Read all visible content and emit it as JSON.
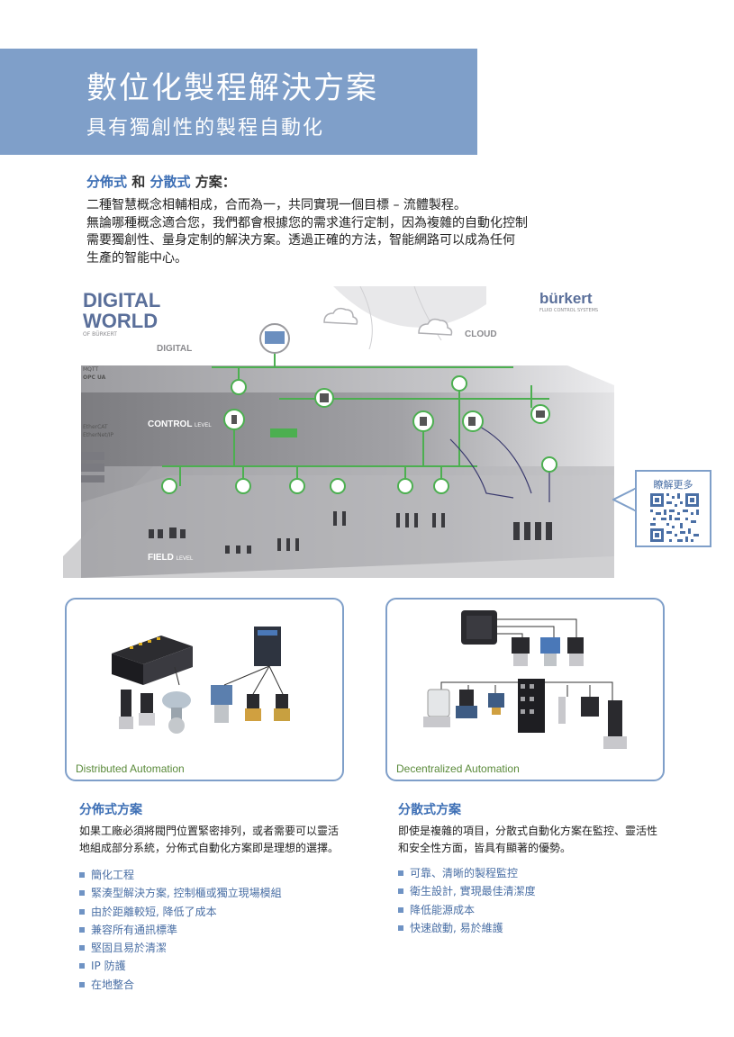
{
  "header": {
    "title": "數位化製程解決方案",
    "subtitle": "具有獨創性的製程自動化"
  },
  "section_heading": {
    "part1": "分佈式",
    "conj": " 和 ",
    "part2": "分散式",
    "suffix": " 方案："
  },
  "intro_lines": [
    "二種智慧概念相輔相成，合而為一，共同實現一個目標 – 流體製程。",
    "無論哪種概念適合您，我們都會根據您的需求進行定制，因為複雜的自動化控制",
    "需要獨創性、量身定制的解決方案。透過正確的方法，智能網路可以成為任何",
    "生產的智能中心。"
  ],
  "diagram": {
    "brand_line1": "DIGITAL",
    "brand_line2": "WORLD",
    "brand_sub": "OF BÜRKERT",
    "logo": "bürkert",
    "logo_sub": "FLUID CONTROL SYSTEMS",
    "level_digital": "DIGITAL",
    "level_cloud": "CLOUD",
    "level_control": "CONTROL",
    "level_field": "FIELD",
    "level_word": "LEVEL",
    "protocols": [
      "MQTT",
      "OPC UA",
      "EtherCAT",
      "EtherNet/IP"
    ],
    "colors": {
      "line_green": "#4caf50",
      "band_dark": "#8e8e92",
      "band_light": "#c9c9cc"
    }
  },
  "qr": {
    "label": "瞭解更多"
  },
  "cards": {
    "left_caption": "Distributed Automation",
    "right_caption": "Decentralized Automation"
  },
  "left_column": {
    "title": "分佈式方案",
    "body": [
      "如果工廠必須將閥門位置緊密排列，或者需要可以靈活",
      "地組成部分系統，分佈式自動化方案即是理想的選擇。"
    ],
    "bullets": [
      "簡化工程",
      "緊湊型解決方案, 控制櫃或獨立現場模組",
      "由於距離較短, 降低了成本",
      "兼容所有通訊標準",
      "堅固且易於清潔",
      "IP 防護",
      "在地整合"
    ]
  },
  "right_column": {
    "title": "分散式方案",
    "body": [
      "即使是複雜的項目，分散式自動化方案在監控、靈活性",
      "和安全性方面，皆具有顯著的優勢。"
    ],
    "bullets": [
      "可靠、清晰的製程監控",
      "衛生設計, 實現最佳清潔度",
      "降低能源成本",
      "快速啟動, 易於維護"
    ]
  }
}
